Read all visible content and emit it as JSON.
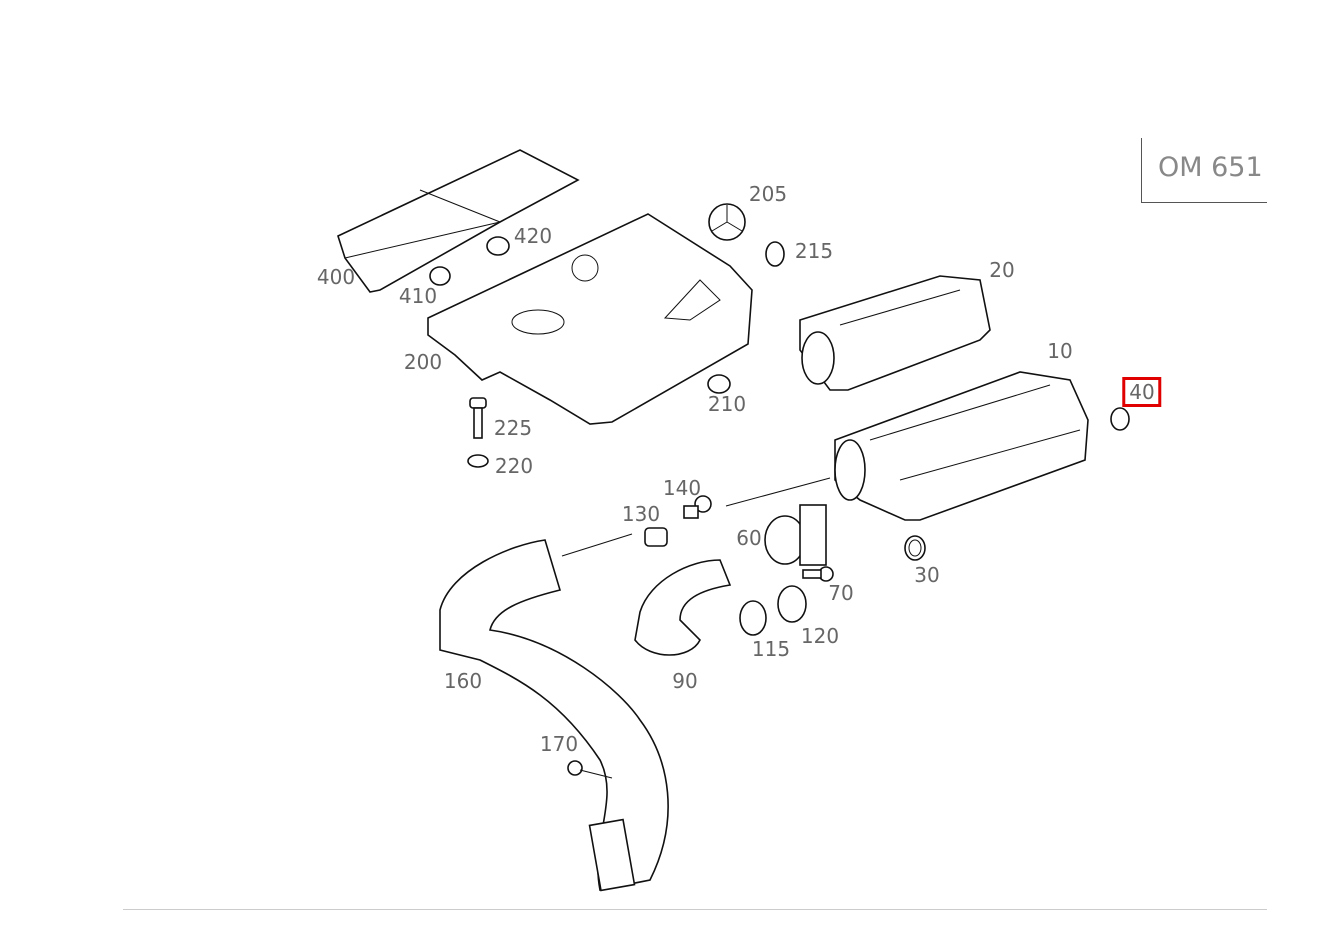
{
  "engine_code": "OM 651",
  "highlight_color": "#e00000",
  "highlighted_part": "40",
  "parts": {
    "p400": "400",
    "p420": "420",
    "p410": "410",
    "p200": "200",
    "p205": "205",
    "p215": "215",
    "p20": "20",
    "p10": "10",
    "p40": "40",
    "p210": "210",
    "p225": "225",
    "p220": "220",
    "p140": "140",
    "p130": "130",
    "p60": "60",
    "p30": "30",
    "p70": "70",
    "p120": "120",
    "p115": "115",
    "p90": "90",
    "p160": "160",
    "p170": "170"
  }
}
